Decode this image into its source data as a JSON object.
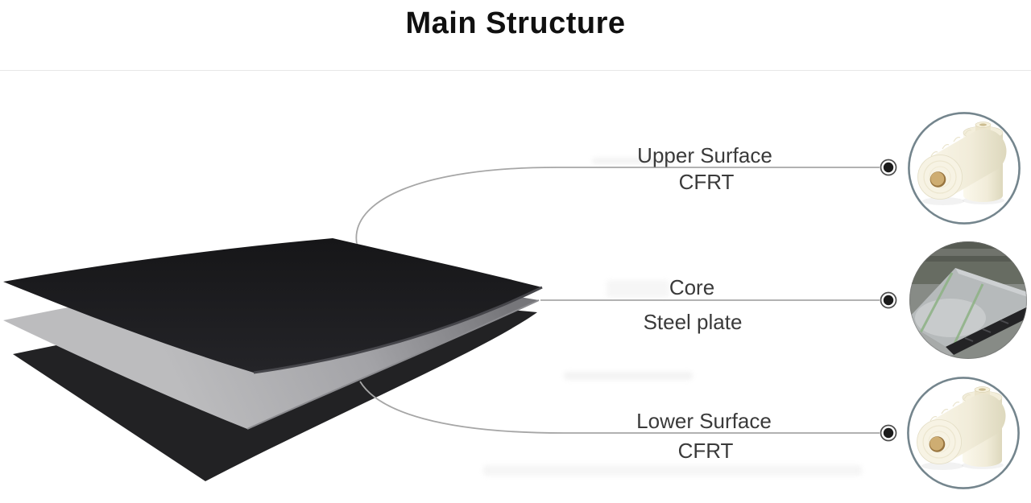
{
  "header": {
    "title": "Main Structure"
  },
  "diagram": {
    "callouts": [
      {
        "label_top": "Upper Surface",
        "label_bottom": "CFRT",
        "thumbnail": "cfrt-rolls-photo"
      },
      {
        "label_top": "Core",
        "label_bottom": "Steel plate",
        "thumbnail": "steel-plate-photo"
      },
      {
        "label_top": "Lower Surface",
        "label_bottom": "CFRT",
        "thumbnail": "cfrt-rolls-photo"
      }
    ]
  },
  "colors": {
    "title_text": "#101010",
    "label_text": "#3a3a3a",
    "callout_line": "#ababab",
    "bullet_dot": "#1b1b1b",
    "circle_ring": "#74858d",
    "sheet_dark": "#1c1c1e",
    "sheet_gray": "#a9a9ad",
    "divider": "#e7e7e7",
    "green_strap": "#8fb287"
  }
}
